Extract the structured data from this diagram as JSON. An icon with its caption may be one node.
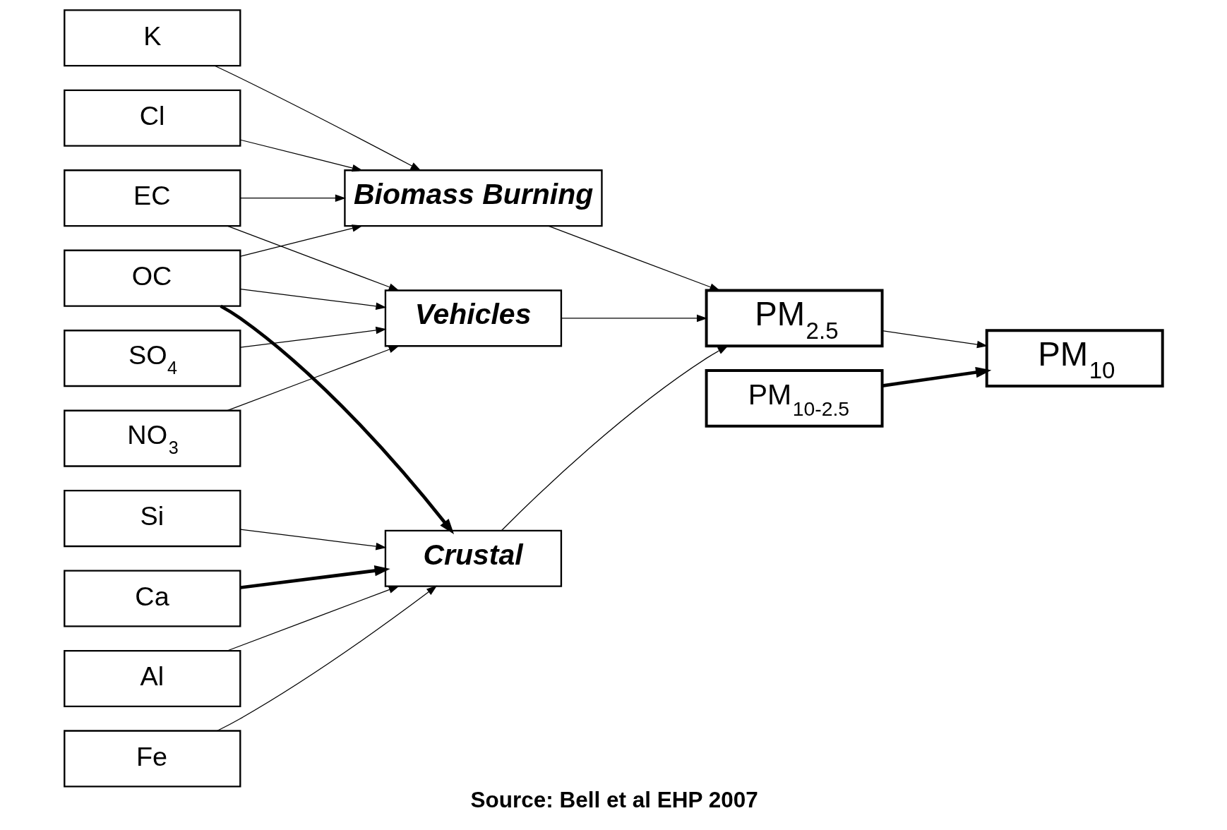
{
  "diagram": {
    "caption": "Source: Bell et al EHP 2007",
    "nodes": [
      {
        "text": [
          "K"
        ]
      },
      {
        "text": [
          "Cl"
        ]
      },
      {
        "text": [
          "EC"
        ]
      },
      {
        "text": [
          "OC"
        ]
      },
      {
        "text": [
          "SO$_{4}$"
        ]
      },
      {
        "text": [
          "NO$_{3}$"
        ]
      },
      {
        "text": [
          "Si"
        ]
      },
      {
        "text": [
          "Ca"
        ]
      },
      {
        "text": [
          "Al"
        ]
      },
      {
        "text": [
          "Fe"
        ]
      },
      {
        "text": [
          "Biomass Burning"
        ]
      },
      {
        "text": [
          "Vehicles"
        ]
      },
      {
        "text": [
          "Crustal"
        ]
      },
      {
        "text": [
          "PM$_{2.5}$"
        ]
      },
      {
        "text": [
          "PM$_{10}$"
        ]
      },
      {
        "text": [
          "PM$_{10-2.5}$"
        ]
      }
    ],
    "edges": [
      {
        "from": 0,
        "to": 10,
        "arrow": "to"
      },
      {
        "from": 1,
        "to": 10,
        "arrow": "to"
      },
      {
        "from": 2,
        "to": 10,
        "arrow": "to"
      },
      {
        "from": 3,
        "to": 10,
        "arrow": "to"
      },
      {
        "from": 2,
        "to": 11,
        "arrow": "to"
      },
      {
        "from": 3,
        "to": 11,
        "arrow": "to"
      },
      {
        "from": 4,
        "to": 11,
        "arrow": "to"
      },
      {
        "from": 5,
        "to": 11,
        "arrow": "to"
      },
      {
        "from": 3,
        "to": 12,
        "arrow": "to",
        "style": "thick"
      },
      {
        "from": 6,
        "to": 12,
        "arrow": "to"
      },
      {
        "from": 7,
        "to": 12,
        "arrow": "to",
        "style": "thick"
      },
      {
        "from": 8,
        "to": 12,
        "arrow": "to"
      },
      {
        "from": 9,
        "to": 12,
        "arrow": "to"
      },
      {
        "from": 10,
        "to": 13,
        "arrow": "to"
      },
      {
        "from": 11,
        "to": 13,
        "arrow": "to"
      },
      {
        "from": 12,
        "to": 13,
        "arrow": "to"
      },
      {
        "from": 13,
        "to": 14,
        "arrow": "to"
      },
      {
        "from": 15,
        "to": 14,
        "arrow": "to",
        "style": "thick"
      }
    ]
  }
}
